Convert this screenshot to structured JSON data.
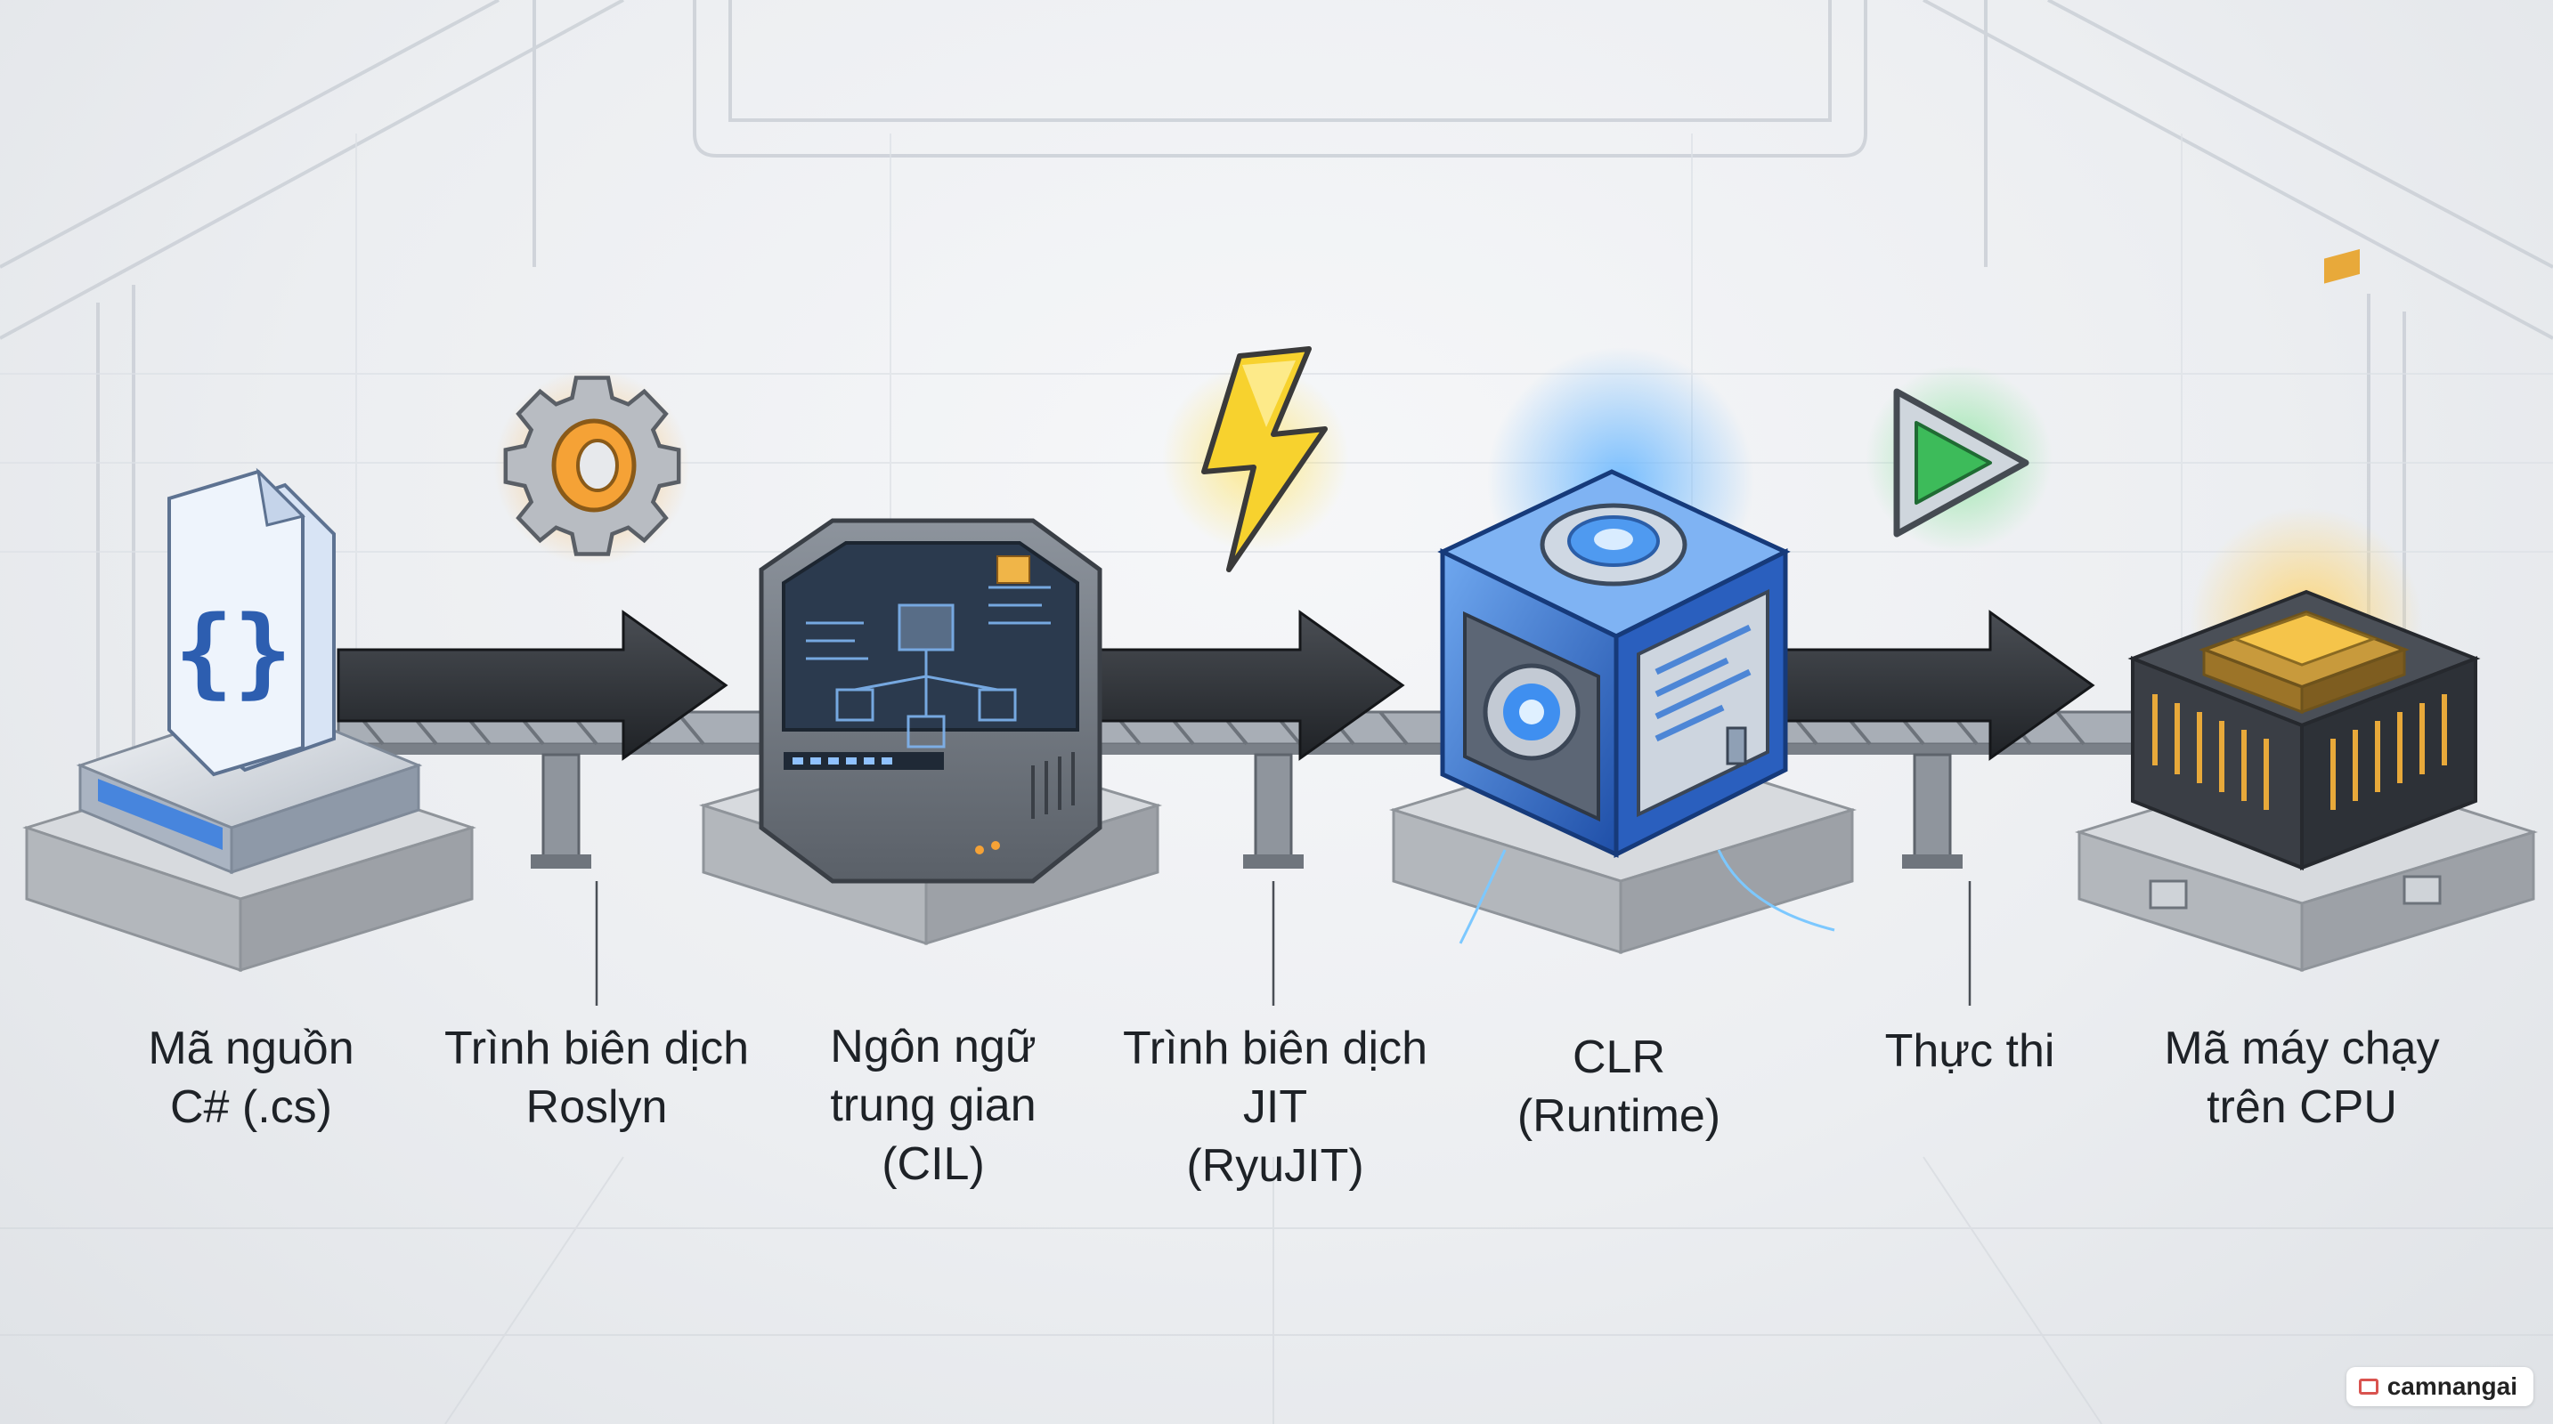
{
  "stages": [
    {
      "id": "source",
      "lines": [
        "Mã nguồn",
        "C# (.cs)"
      ]
    },
    {
      "id": "roslyn",
      "lines": [
        "Trình biên dịch",
        "Roslyn"
      ]
    },
    {
      "id": "cil",
      "lines": [
        "Ngôn ngữ",
        "trung gian",
        "(CIL)"
      ]
    },
    {
      "id": "jit",
      "lines": [
        "Trình biên dịch",
        "JIT",
        "(RyuJIT)"
      ]
    },
    {
      "id": "clr",
      "lines": [
        "CLR",
        "(Runtime)"
      ]
    },
    {
      "id": "execute",
      "lines": [
        "Thực thi"
      ]
    },
    {
      "id": "cpu",
      "lines": [
        "Mã máy chạy",
        "trên CPU"
      ]
    }
  ],
  "icons": {
    "source": "code-file-icon",
    "roslyn": "gear-icon",
    "cil": "server-cube-icon",
    "jit": "lightning-icon",
    "clr": "runtime-cube-icon",
    "execute": "play-icon",
    "cpu": "cpu-chip-icon"
  },
  "colors": {
    "accent_blue": "#3d7fe0",
    "gear_orange": "#f5a236",
    "bolt_yellow": "#f7d22e",
    "play_green": "#3dbb5a",
    "arrow_dark": "#2c2f33",
    "chip_gold": "#e8a93a"
  },
  "watermark": "camnangai"
}
